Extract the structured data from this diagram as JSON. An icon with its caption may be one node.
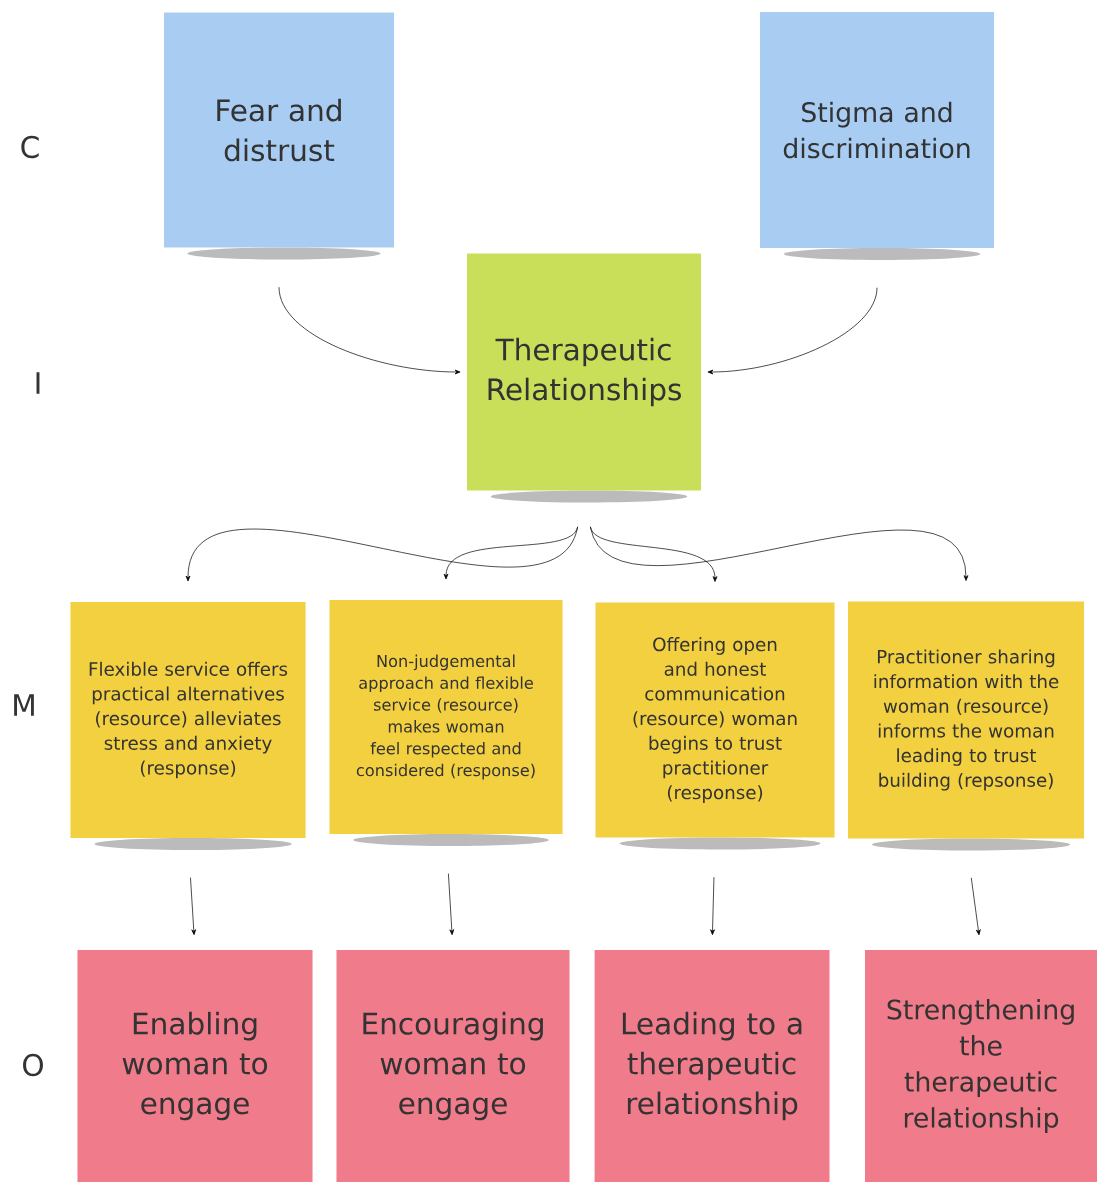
{
  "diagram": {
    "nodes": [
      {
        "text": [
          "Fear and distrust"
        ]
      },
      {
        "text": [
          "Stigma and discrimination"
        ]
      },
      {
        "text": [
          "Therapeutic Relationships"
        ]
      },
      {
        "text": [
          "Flexible service offers practical alternatives (resource) alleviates stress and anxiety (response)"
        ]
      },
      {
        "text": [
          "Non-judgemental approach and flexible service (resource) makes woman feel respected and considered (response)"
        ]
      },
      {
        "text": [
          "Offering open and honest communication (resource) woman begins to trust practitioner (response)"
        ]
      },
      {
        "text": [
          "Practitioner sharing information with the woman (resource) informs the woman leading to trust building (repsonse)"
        ]
      },
      {
        "text": [
          "Enabling woman to engage"
        ]
      },
      {
        "text": [
          "Encouraging woman to engage"
        ]
      },
      {
        "text": [
          "Leading to a therapeutic relationship"
        ]
      },
      {
        "text": [
          "Strengthening the therapeutic relationship"
        ]
      }
    ],
    "edges": [
      {
        "from": 0,
        "to": 2,
        "arrow": "to"
      },
      {
        "from": 1,
        "to": 2,
        "arrow": "to"
      },
      {
        "from": 2,
        "to": 3,
        "arrow": "to"
      },
      {
        "from": 2,
        "to": 4,
        "arrow": "to"
      },
      {
        "from": 2,
        "to": 5,
        "arrow": "to"
      },
      {
        "from": 2,
        "to": 6,
        "arrow": "to"
      },
      {
        "from": 3,
        "to": 7,
        "arrow": "to"
      },
      {
        "from": 4,
        "to": 8,
        "arrow": "to"
      },
      {
        "from": 5,
        "to": 9,
        "arrow": "to"
      },
      {
        "from": 6,
        "to": 10,
        "arrow": "to"
      }
    ],
    "labels": [
      "C",
      "I",
      "M",
      "O"
    ]
  }
}
